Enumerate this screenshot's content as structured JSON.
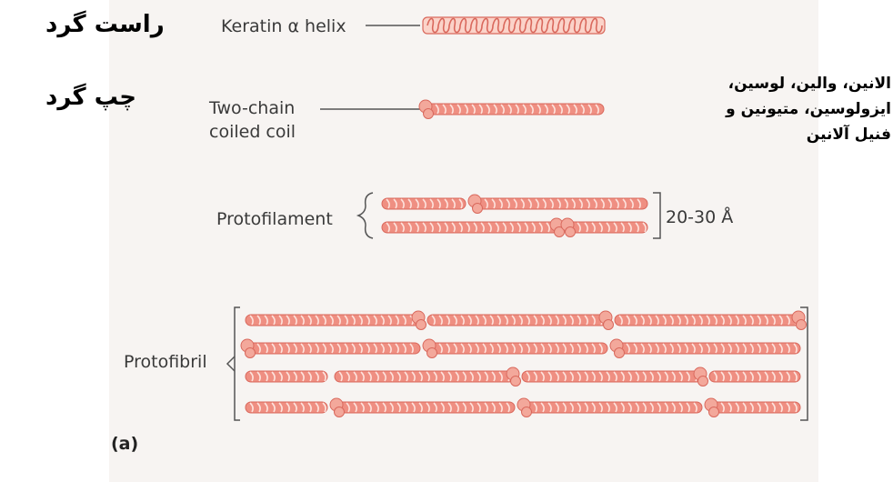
{
  "labels": {
    "keratin": "Keratin α helix",
    "two_chain_line1": "Two-chain",
    "two_chain_line2": "coiled coil",
    "protofilament": "Protofilament",
    "protofibril": "Protofibril",
    "dimension": "20-30 Å",
    "panel_tag": "(a)"
  },
  "annotations": {
    "right_handed": "راست گرد",
    "left_handed": "چپ گرد",
    "amino_acids_line1": "الانین، والین، لوسین،",
    "amino_acids_line2": "ایزولوسین، متیونین و",
    "amino_acids_line3": "فنیل آلانین"
  },
  "colors": {
    "rope": "#ef8f82",
    "rope_dark": "#d9685c",
    "head": "#f3a89b",
    "line": "#555555"
  }
}
